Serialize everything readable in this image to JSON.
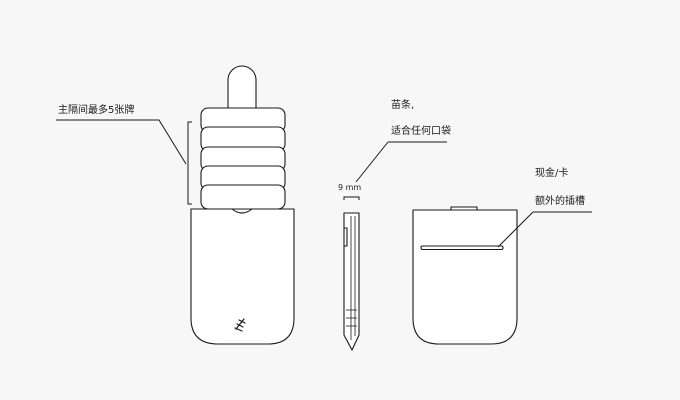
{
  "labels": {
    "capacity": "主隔间最多5张牌",
    "slim_line1": "苗条,",
    "slim_line2": "适合任何口袋",
    "thickness": "9 mm",
    "slot_line1": "现金/卡",
    "slot_line2": "额外的插槽"
  },
  "colors": {
    "background": "#f7f7f7",
    "stroke": "#1a1a1a",
    "fill": "#ffffff"
  },
  "icons": {
    "logo": "feather-logo-icon"
  }
}
